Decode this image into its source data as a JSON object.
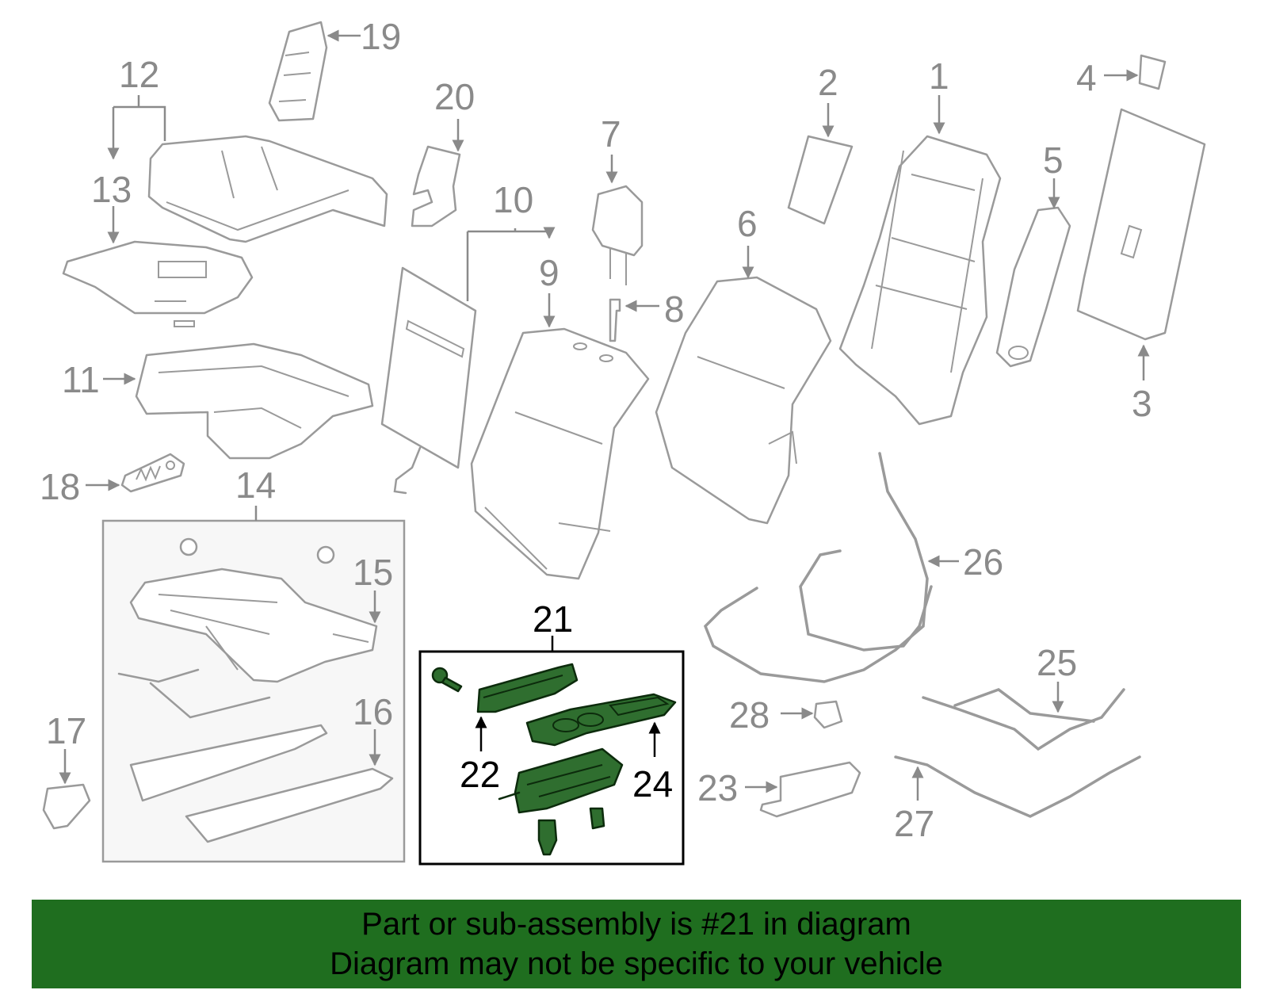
{
  "diagram": {
    "highlighted_part": "21",
    "labels": {
      "n1": "1",
      "n2": "2",
      "n3": "3",
      "n4": "4",
      "n5": "5",
      "n6": "6",
      "n7": "7",
      "n8": "8",
      "n9": "9",
      "n10": "10",
      "n11": "11",
      "n12": "12",
      "n13": "13",
      "n14": "14",
      "n15": "15",
      "n16": "16",
      "n17": "17",
      "n18": "18",
      "n19": "19",
      "n20": "20",
      "n21": "21",
      "n22": "22",
      "n23": "23",
      "n24": "24",
      "n25": "25",
      "n26": "26",
      "n27": "27",
      "n28": "28"
    },
    "colors": {
      "label": "#8a8a8a",
      "highlight_label": "#000000",
      "highlight_fill": "#2f6e2f",
      "banner": "#1f6e1f",
      "linework": "#9a9a9a"
    }
  },
  "banner": {
    "line1": "Part or sub-assembly is #21 in diagram",
    "line2": "Diagram may not be specific to your vehicle"
  }
}
